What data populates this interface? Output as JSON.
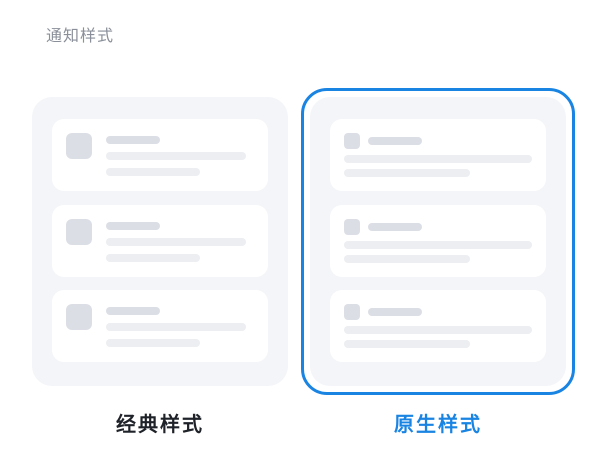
{
  "section": {
    "title": "通知样式"
  },
  "options": {
    "classic": {
      "label": "经典样式",
      "selected": false
    },
    "native": {
      "label": "原生样式",
      "selected": true
    }
  },
  "colors": {
    "accent": "#1a84e3",
    "title_text": "#8a8f99",
    "label_text": "#1f2329",
    "panel_background": "#f4f5f8",
    "card_background": "#ffffff",
    "skeleton_dark": "#dcdee6",
    "skeleton_light": "#eceef2"
  }
}
